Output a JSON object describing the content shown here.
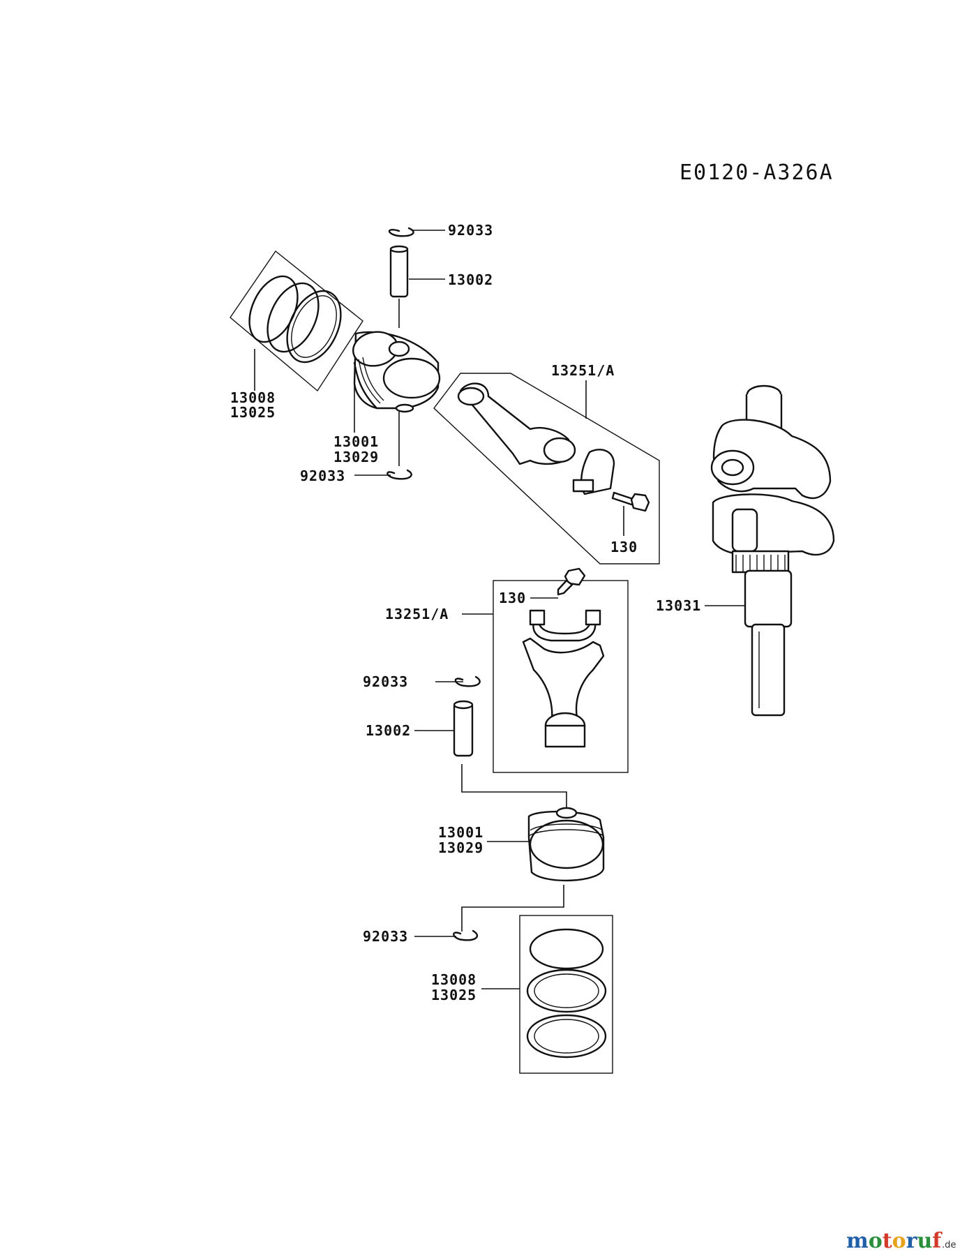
{
  "diagram": {
    "code": "E0120-A326A",
    "labels": {
      "top_clip": "92033",
      "top_pin": "13002",
      "top_rings_a": "13008",
      "top_rings_b": "13025",
      "top_piston_a": "13001",
      "top_piston_b": "13029",
      "top_clip_lower": "92033",
      "top_conrod": "13251/A",
      "top_bolt": "130",
      "crankshaft": "13031",
      "low_bolt": "130",
      "low_conrod": "13251/A",
      "low_clip": "92033",
      "low_pin": "13002",
      "low_piston_a": "13001",
      "low_piston_b": "13029",
      "low_clip_lower": "92033",
      "low_rings_a": "13008",
      "low_rings_b": "13025"
    }
  },
  "watermark": {
    "brand_letters": [
      "m",
      "o",
      "t",
      "o",
      "r",
      "u",
      "f"
    ],
    "brand_colors": [
      "#1f5fa8",
      "#2a8f3b",
      "#d23a2a",
      "#e6a21b",
      "#1f5fa8",
      "#2a8f3b",
      "#d23a2a"
    ],
    "suffix": ".de"
  }
}
